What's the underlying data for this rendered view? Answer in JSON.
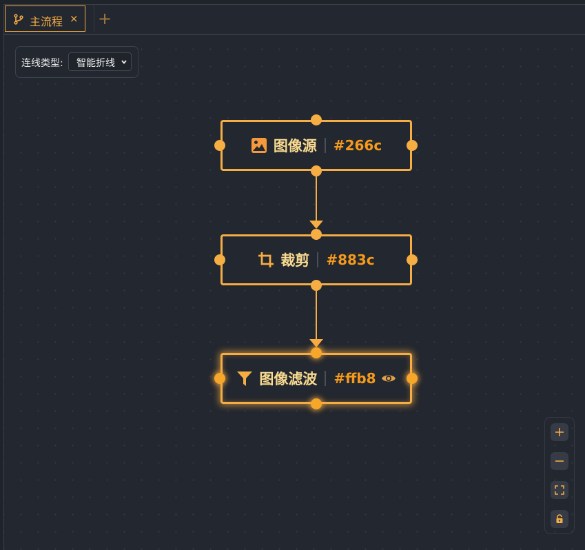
{
  "tabs": [
    {
      "label": "主流程",
      "icon": "git-branch-icon",
      "active": true,
      "close_label": "×"
    }
  ],
  "add_tab_label": "+",
  "toolbar": {
    "connection_type_label": "连线类型:",
    "connection_type_value": "智能折线"
  },
  "nodes": [
    {
      "title": "图像源",
      "id": "#266c",
      "icon": "image-icon",
      "selected": false
    },
    {
      "title": "裁剪",
      "id": "#883c",
      "icon": "crop-icon",
      "selected": false
    },
    {
      "title": "图像滤波",
      "id": "#ffb8",
      "icon": "filter-icon",
      "selected": true,
      "visible_icon": "eye-icon"
    }
  ],
  "edges": [
    {
      "from": "#266c",
      "to": "#883c"
    },
    {
      "from": "#883c",
      "to": "#ffb8"
    }
  ],
  "zoom_controls": [
    {
      "name": "zoom-in",
      "icon": "plus-icon"
    },
    {
      "name": "zoom-out",
      "icon": "minus-icon"
    },
    {
      "name": "fit-view",
      "icon": "fullscreen-icon"
    },
    {
      "name": "lock",
      "icon": "unlock-icon"
    }
  ],
  "colors": {
    "accent": "#f6ad44",
    "node_title": "#f8da90",
    "node_id": "#f59a1b",
    "background": "#23272f"
  }
}
